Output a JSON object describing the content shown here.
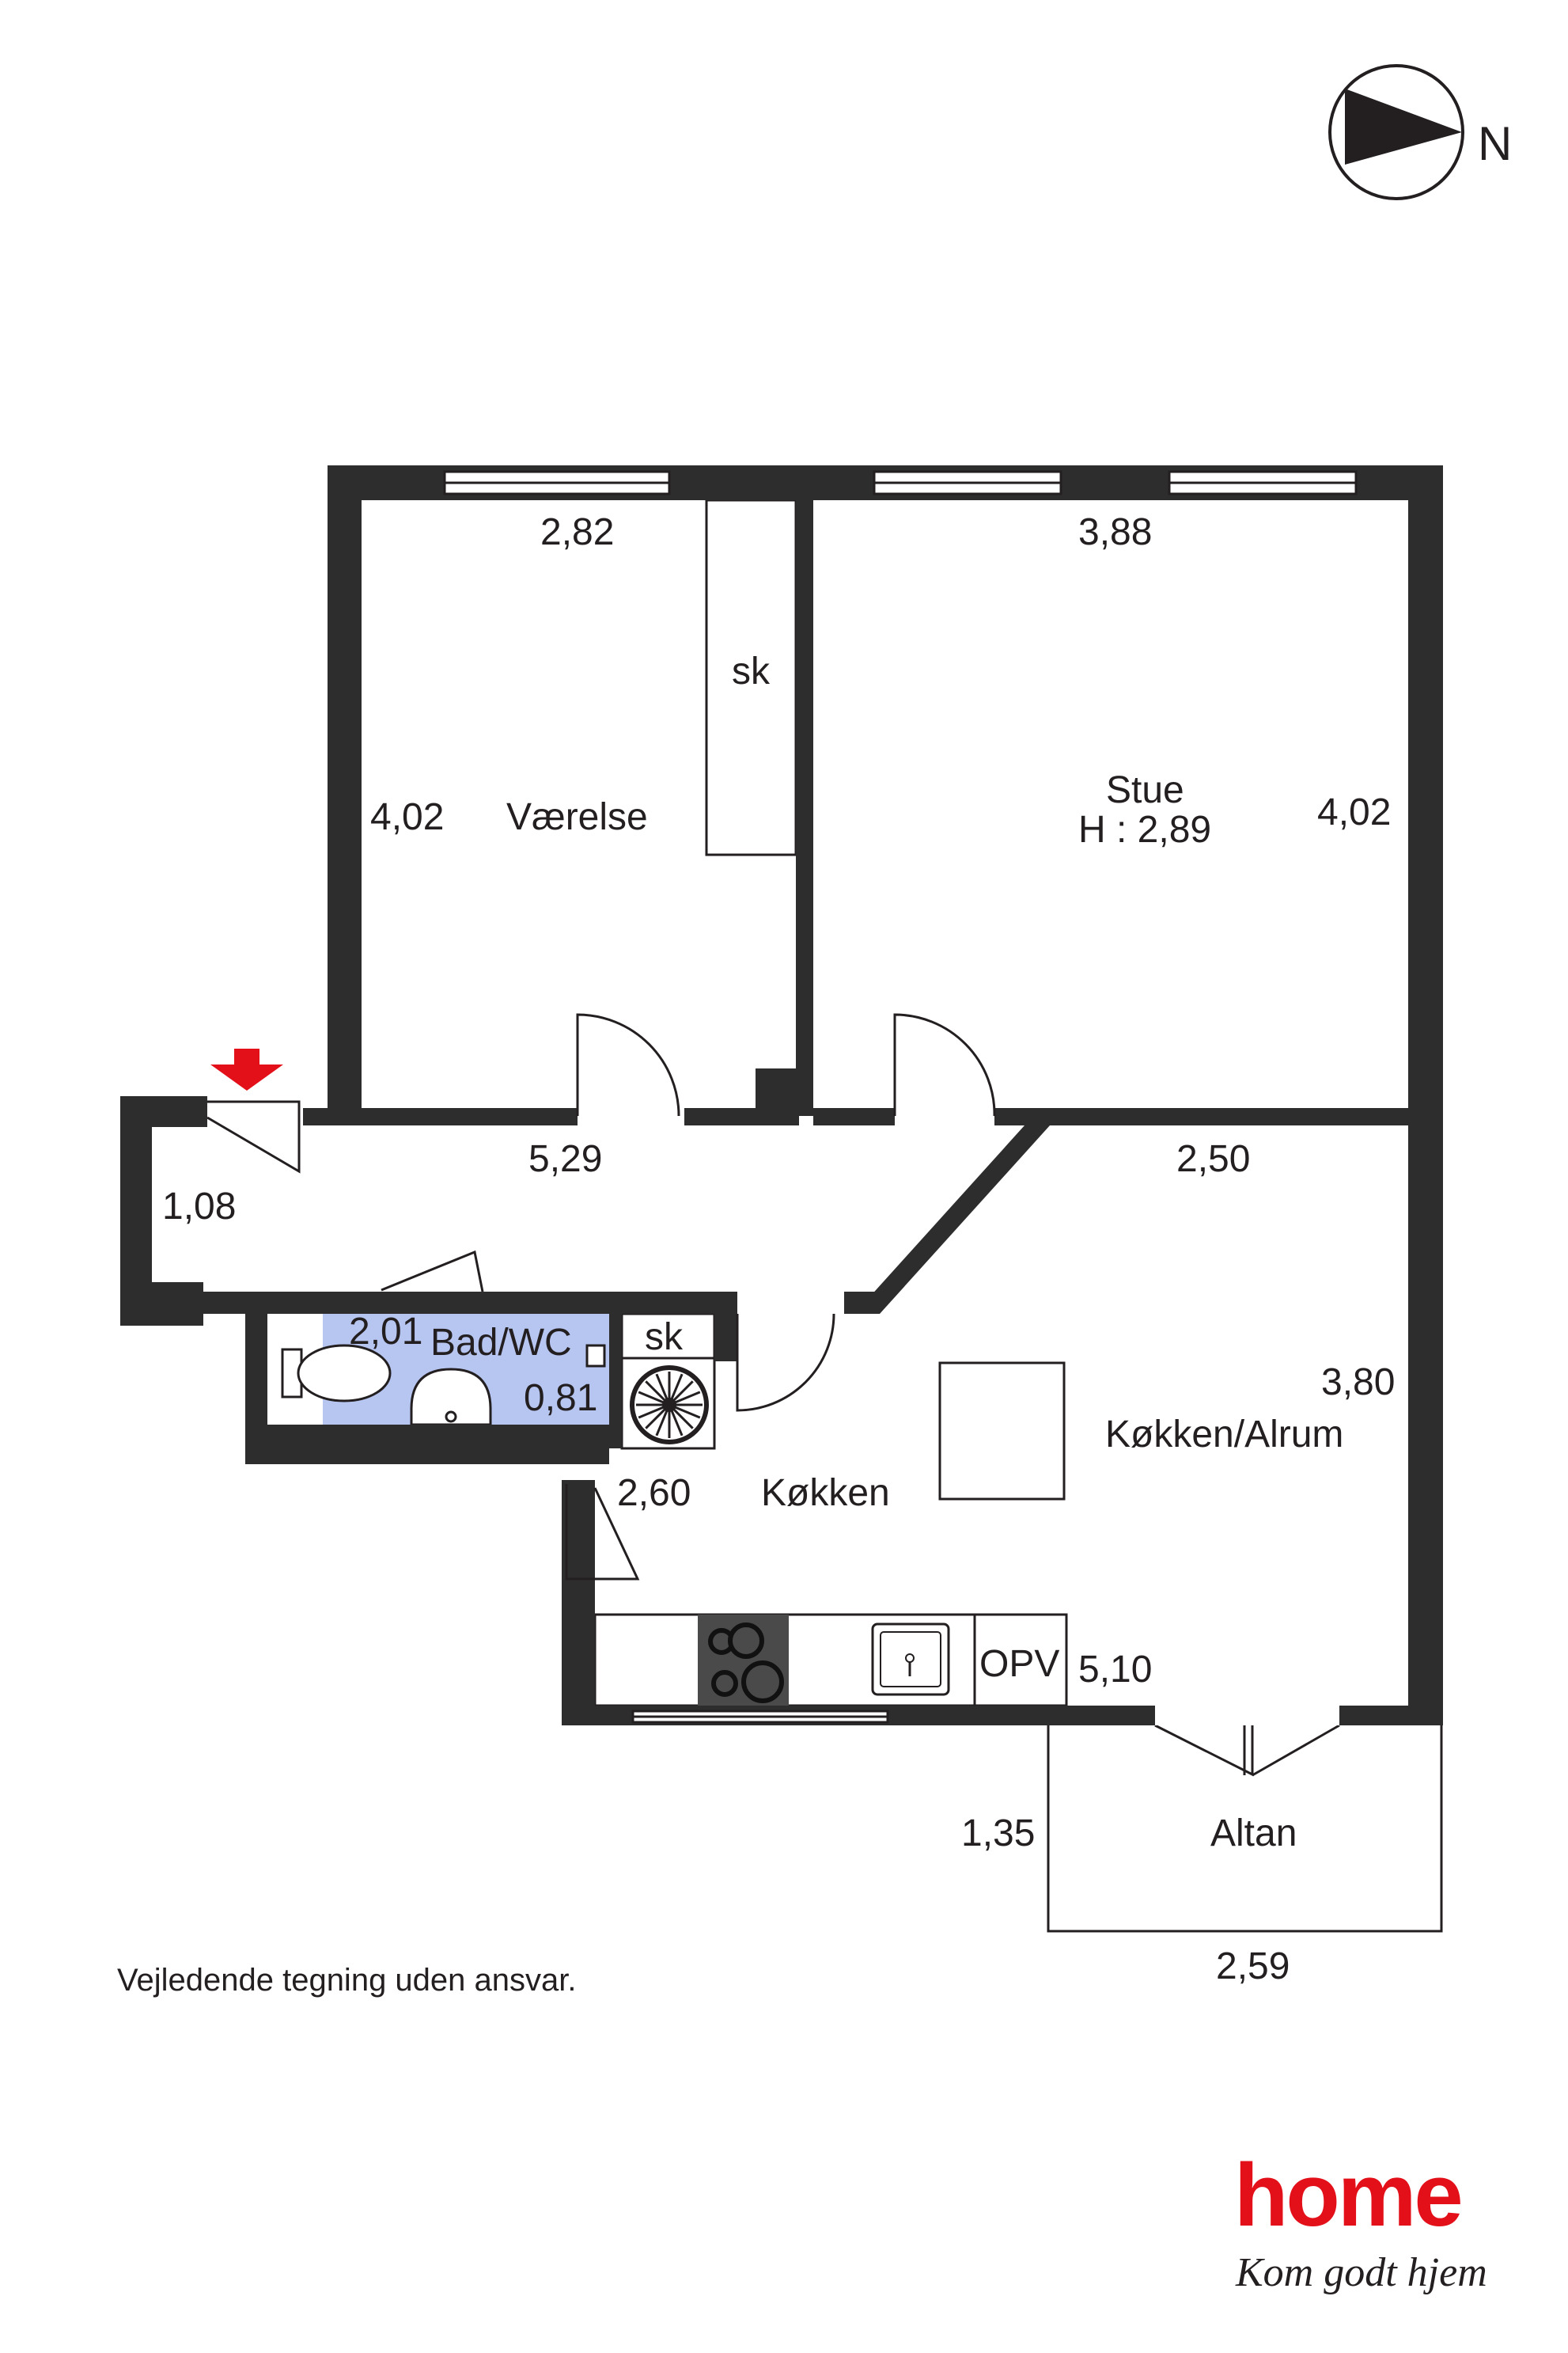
{
  "compass": {
    "label": "N"
  },
  "rooms": {
    "vaerelse": {
      "name": "Værelse",
      "width": "2,82",
      "depth": "4,02",
      "closet": "sk"
    },
    "stue": {
      "name": "Stue",
      "height_note": "H : 2,89",
      "width": "3,88",
      "depth": "4,02"
    },
    "gang": {
      "length": "5,29",
      "entry_depth": "1,08"
    },
    "bad": {
      "name": "Bad/WC",
      "width": "2,01",
      "depth": "0,81"
    },
    "koekken_alrum": {
      "name": "Køkken/Alrum",
      "top_width": "2,50",
      "depth": "3,80",
      "length": "5,10"
    },
    "koekken": {
      "name": "Køkken",
      "width": "2,60",
      "closet": "sk",
      "cupboard": "OPV"
    },
    "altan": {
      "name": "Altan",
      "depth": "1,35",
      "width": "2,59"
    }
  },
  "footer": {
    "disclaimer": "Vejledende tegning uden ansvar."
  },
  "logo": {
    "brand": "home",
    "tagline": "Kom godt hjem"
  },
  "colors": {
    "wall": "#2e2d2e",
    "bathroom": "#b7c5f1",
    "entry_arrow": "#e3101a",
    "brand": "#e3101a",
    "stove": "#4a4a4a"
  }
}
